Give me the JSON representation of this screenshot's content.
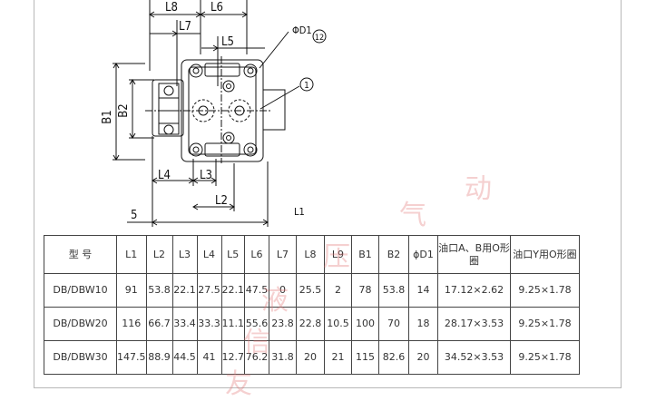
{
  "drawing": {
    "labels": [
      "L8",
      "L6",
      "L7",
      "L5",
      "ΦD1",
      "12",
      "1",
      "B1",
      "B2",
      "L4",
      "L3",
      "L2",
      "5",
      "L1"
    ]
  },
  "watermark": [
    "友",
    "信",
    "液",
    "压",
    "气",
    "动"
  ],
  "table": {
    "headers": [
      "型 号",
      "L1",
      "L2",
      "L3",
      "L4",
      "L5",
      "L6",
      "L7",
      "L8",
      "L9",
      "B1",
      "B2",
      "ϕD1",
      "油口A、B用O形圈",
      "油口Y用O形圈"
    ],
    "rows": [
      [
        "DB/DBW10",
        "91",
        "53.8",
        "22.1",
        "27.5",
        "22.1",
        "47.5",
        "0",
        "25.5",
        "2",
        "78",
        "53.8",
        "14",
        "17.12×2.62",
        "9.25×1.78"
      ],
      [
        "DB/DBW20",
        "116",
        "66.7",
        "33.4",
        "33.3",
        "11.1",
        "55.6",
        "23.8",
        "22.8",
        "10.5",
        "100",
        "70",
        "18",
        "28.17×3.53",
        "9.25×1.78"
      ],
      [
        "DB/DBW30",
        "147.5",
        "88.9",
        "44.5",
        "41",
        "12.7",
        "76.2",
        "31.8",
        "20",
        "21",
        "115",
        "82.6",
        "20",
        "34.52×3.53",
        "9.25×1.78"
      ]
    ]
  }
}
